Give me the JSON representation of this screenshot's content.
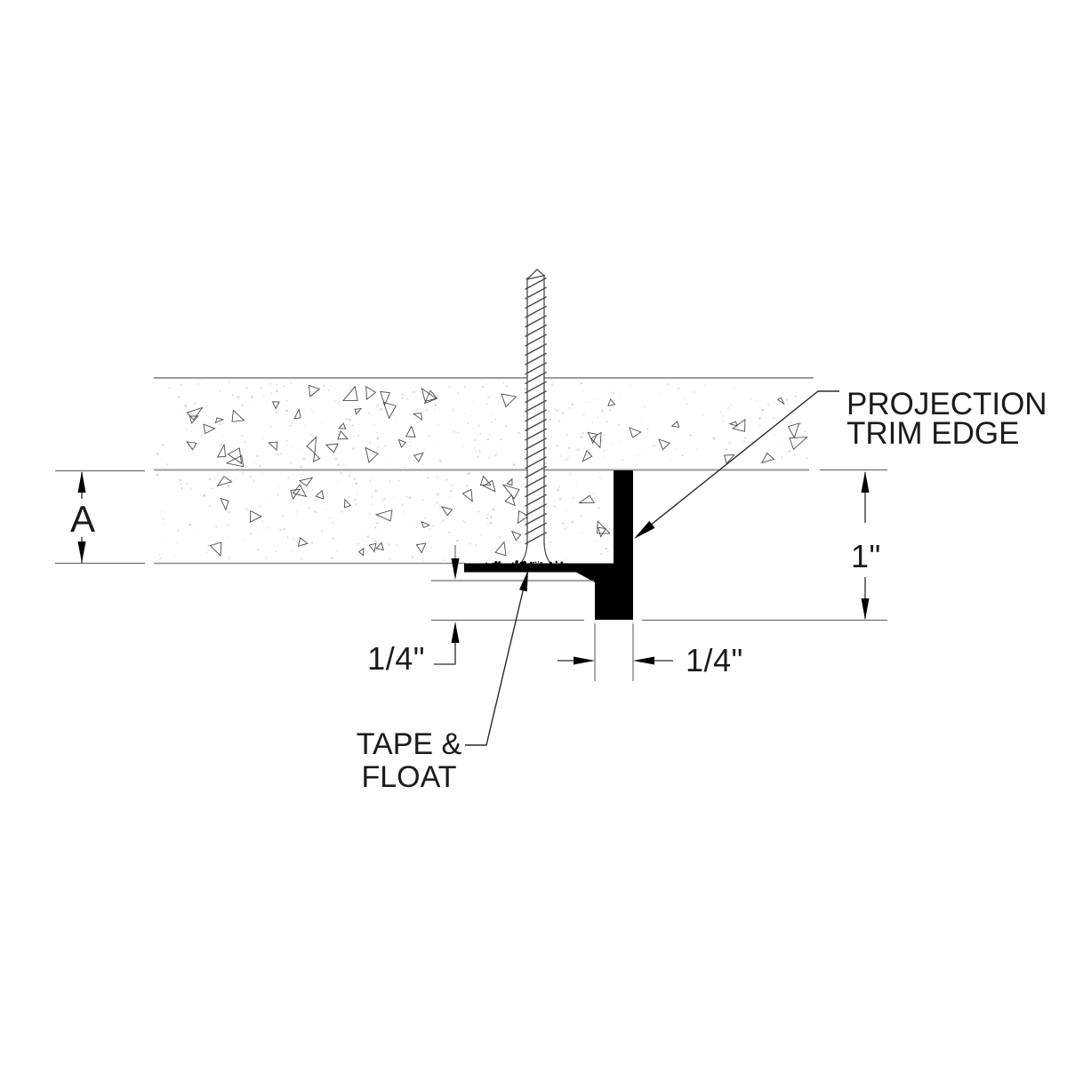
{
  "diagram": {
    "dimensions": {
      "board_thickness_label": "A",
      "trim_height_label": "1\"",
      "reveal_depth_label": "1/4\"",
      "flange_width_label": "1/4\""
    },
    "callouts": {
      "trim_edge": {
        "line1": "PROJECTION",
        "line2": "TRIM EDGE",
        "color": "#ED2024"
      },
      "tape_float": {
        "line1": "TAPE &",
        "line2": "FLOAT"
      }
    }
  }
}
